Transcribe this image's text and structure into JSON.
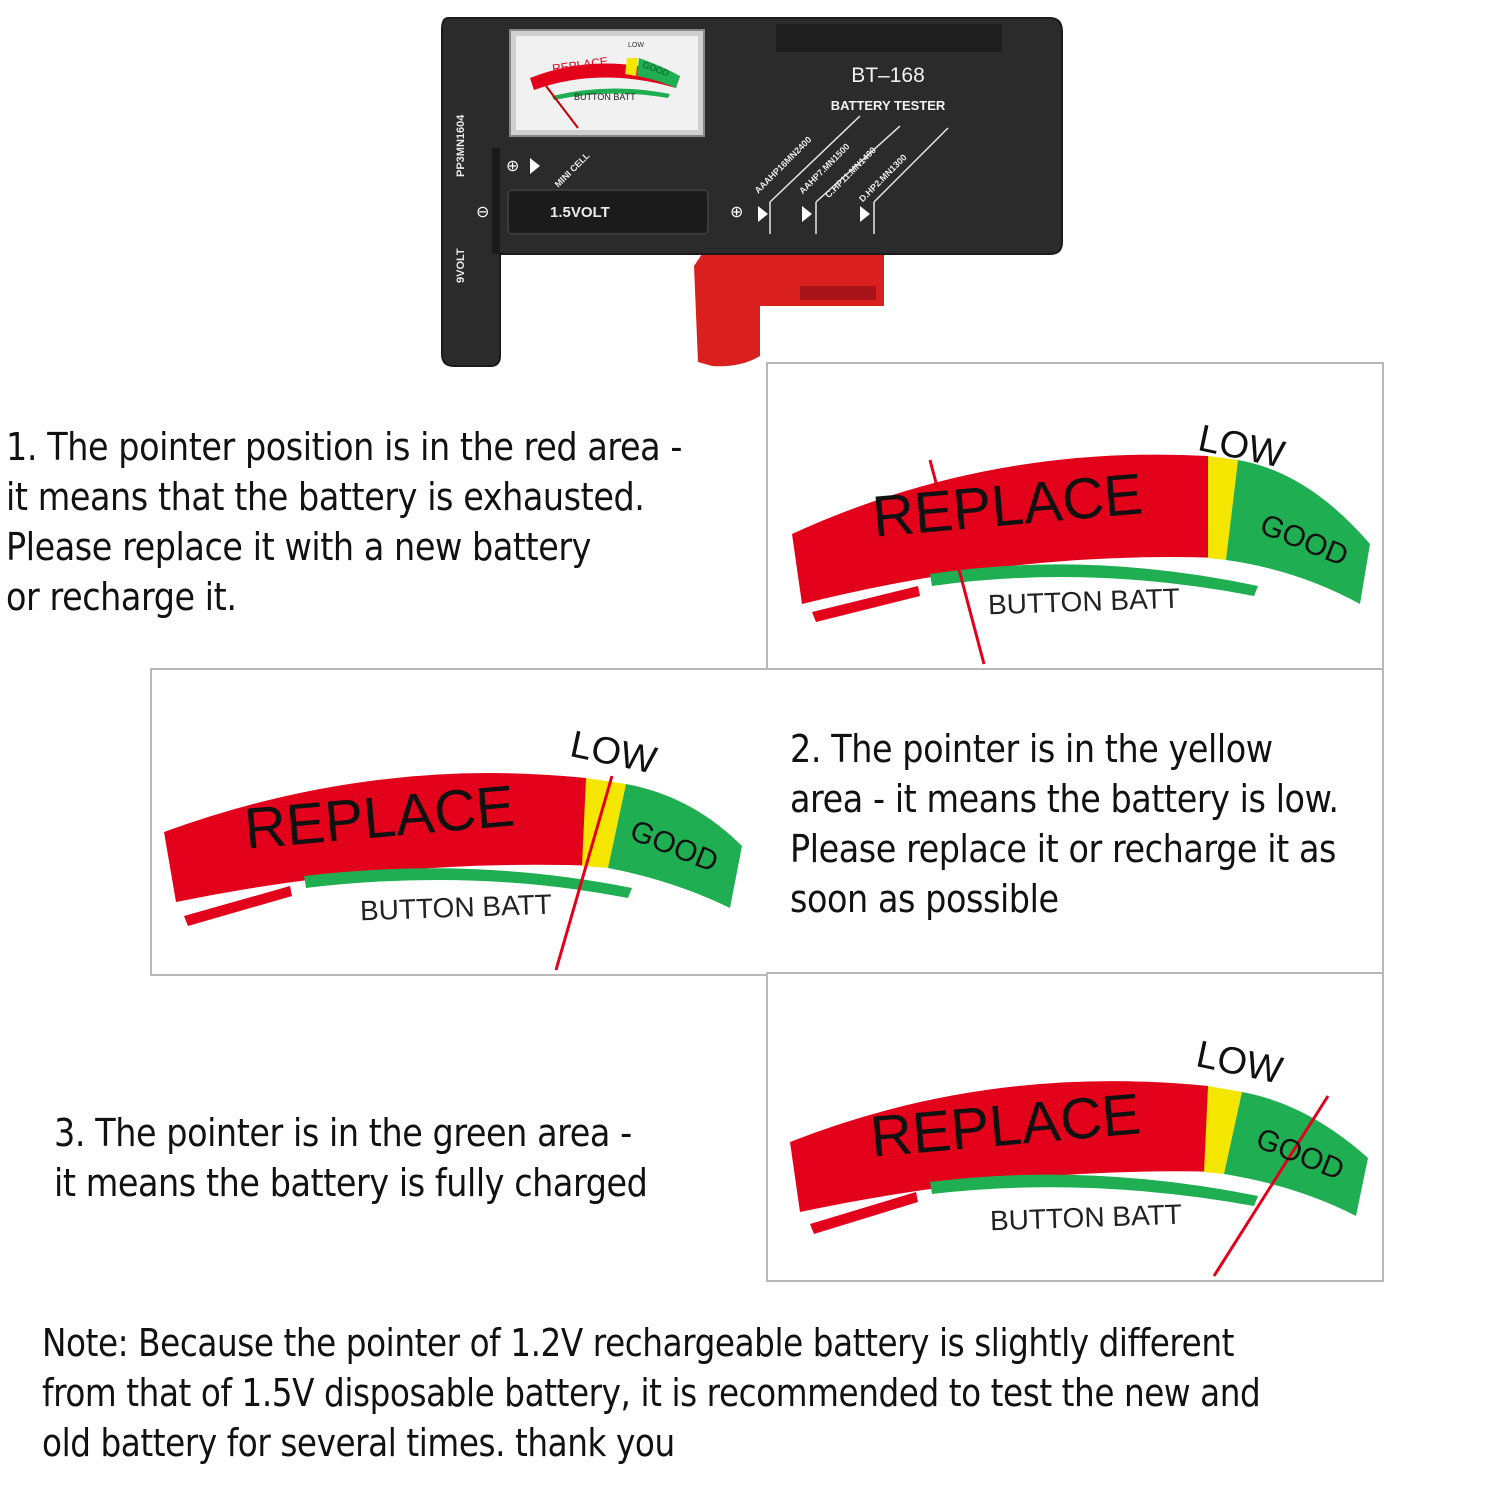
{
  "device": {
    "model": "BT–168",
    "name": "BATTERY TESTER",
    "slot_label": "1.5VOLT",
    "mini_cell": "MINI CELL",
    "side_label_left": "9VOLT",
    "side_label_right": "PP3MN1604",
    "sizes": [
      "AAAHP16MN2400",
      "AAHP7.MN1500",
      "C.HP11.MN1400",
      "D.HP2.MN1300"
    ],
    "meter": {
      "replace": "REPLACE",
      "low": "LOW",
      "good": "GOOD",
      "button": "BUTTON BATT"
    }
  },
  "gauge": {
    "replace": "REPLACE",
    "low": "LOW",
    "good": "GOOD",
    "button": "BUTTON BATT"
  },
  "panels": [
    {
      "pointer_zone": "red",
      "text": "1. The pointer position is in the red area -\nit means that the battery is exhausted.\nPlease replace it with a new battery\nor recharge it."
    },
    {
      "pointer_zone": "yellow",
      "text": "2. The pointer is in the yellow\narea - it means the battery is low.\nPlease replace it or recharge it as\nsoon as possible"
    },
    {
      "pointer_zone": "green",
      "text": "3. The pointer is in the green area -\nit means the battery is fully charged"
    }
  ],
  "note": "Note: Because the pointer of 1.2V rechargeable battery is slightly different\nfrom that of 1.5V disposable battery, it is recommended to test the new and\nold battery for several times. thank you",
  "colors": {
    "red": "#e3001b",
    "yellow": "#f5e600",
    "green": "#1fae52",
    "device": "#2b2b2b",
    "slider": "#d9201f"
  }
}
